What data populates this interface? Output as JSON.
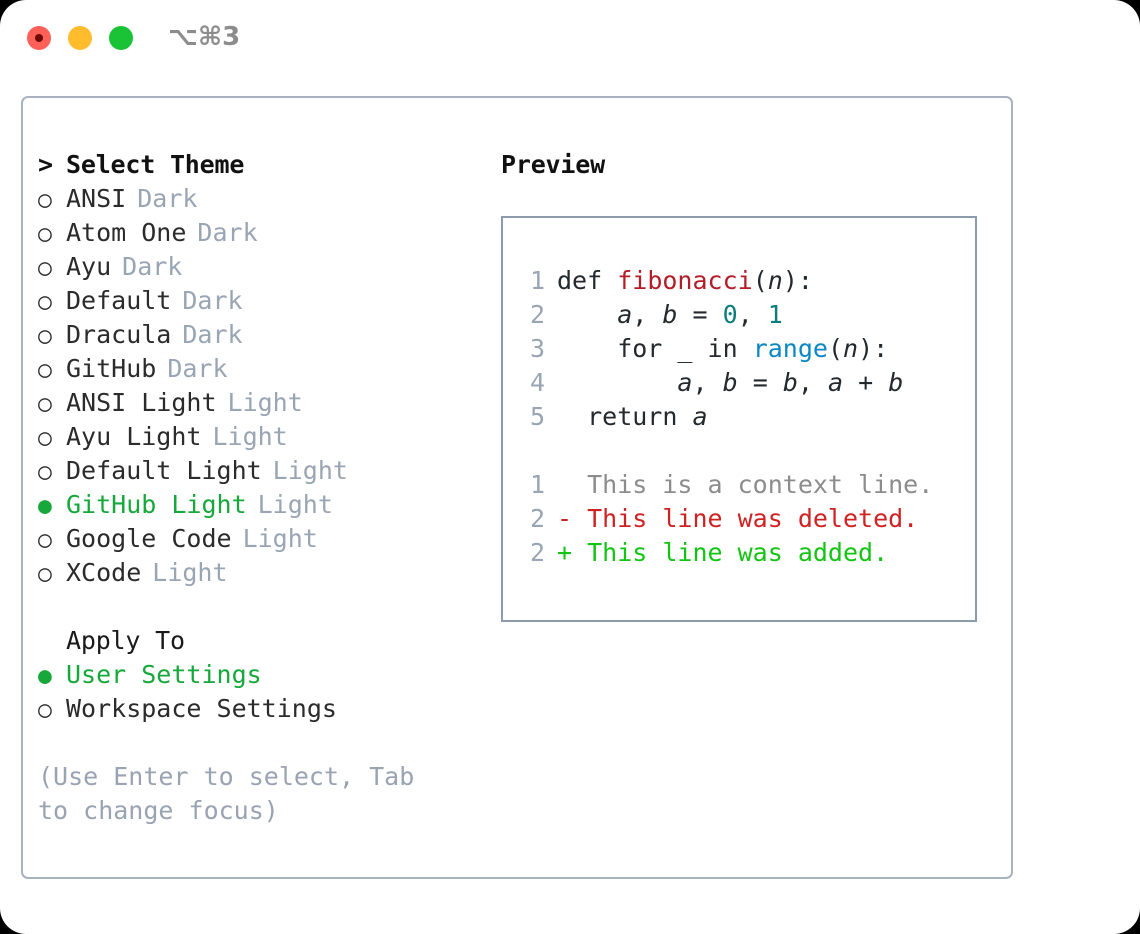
{
  "window": {
    "traffic_lights": [
      "close-red",
      "minimize-yellow",
      "maximize-green"
    ],
    "shortcut": "⌥⌘3"
  },
  "theme_picker": {
    "header_caret": ">",
    "header_label": "Select Theme",
    "bullet_unselected": "○",
    "bullet_selected": "●",
    "items": [
      {
        "name": "ANSI",
        "tag": "Dark",
        "selected": false
      },
      {
        "name": "Atom One",
        "tag": "Dark",
        "selected": false
      },
      {
        "name": "Ayu",
        "tag": "Dark",
        "selected": false
      },
      {
        "name": "Default",
        "tag": "Dark",
        "selected": false
      },
      {
        "name": "Dracula",
        "tag": "Dark",
        "selected": false
      },
      {
        "name": "GitHub",
        "tag": "Dark",
        "selected": false
      },
      {
        "name": "ANSI Light",
        "tag": "Light",
        "selected": false
      },
      {
        "name": "Ayu Light",
        "tag": "Light",
        "selected": false
      },
      {
        "name": "Default Light",
        "tag": "Light",
        "selected": false
      },
      {
        "name": "GitHub Light",
        "tag": "Light",
        "selected": true
      },
      {
        "name": "Google Code",
        "tag": "Light",
        "selected": false
      },
      {
        "name": "XCode",
        "tag": "Light",
        "selected": false
      }
    ]
  },
  "apply_to": {
    "label": "Apply To",
    "options": [
      {
        "name": "User Settings",
        "selected": true
      },
      {
        "name": "Workspace Settings",
        "selected": false
      }
    ]
  },
  "hint": "(Use Enter to select, Tab to change focus)",
  "preview": {
    "title": "Preview",
    "code_lines": [
      {
        "no": "1",
        "segments": [
          {
            "text": "def ",
            "style": "kw"
          },
          {
            "text": "fibonacci",
            "style": "fn"
          },
          {
            "text": "(",
            "style": "punct"
          },
          {
            "text": "n",
            "style": "var"
          },
          {
            "text": "):",
            "style": "punct"
          }
        ]
      },
      {
        "no": "2",
        "segments": [
          {
            "text": "    ",
            "style": "punct"
          },
          {
            "text": "a",
            "style": "var"
          },
          {
            "text": ", ",
            "style": "punct"
          },
          {
            "text": "b",
            "style": "var"
          },
          {
            "text": " = ",
            "style": "punct"
          },
          {
            "text": "0",
            "style": "num"
          },
          {
            "text": ", ",
            "style": "punct"
          },
          {
            "text": "1",
            "style": "num"
          }
        ]
      },
      {
        "no": "3",
        "segments": [
          {
            "text": "    for ",
            "style": "kw"
          },
          {
            "text": "_",
            "style": "var"
          },
          {
            "text": " in ",
            "style": "kw"
          },
          {
            "text": "range",
            "style": "call"
          },
          {
            "text": "(",
            "style": "punct"
          },
          {
            "text": "n",
            "style": "var"
          },
          {
            "text": "):",
            "style": "punct"
          }
        ]
      },
      {
        "no": "4",
        "segments": [
          {
            "text": "        ",
            "style": "punct"
          },
          {
            "text": "a",
            "style": "var"
          },
          {
            "text": ", ",
            "style": "punct"
          },
          {
            "text": "b",
            "style": "var"
          },
          {
            "text": " = ",
            "style": "punct"
          },
          {
            "text": "b",
            "style": "var"
          },
          {
            "text": ", ",
            "style": "punct"
          },
          {
            "text": "a",
            "style": "var"
          },
          {
            "text": " + ",
            "style": "punct"
          },
          {
            "text": "b",
            "style": "var"
          }
        ]
      },
      {
        "no": "5",
        "segments": [
          {
            "text": "  return ",
            "style": "kw"
          },
          {
            "text": "a",
            "style": "var"
          }
        ]
      }
    ],
    "diff_lines": [
      {
        "no": "1",
        "marker": "  ",
        "text": "This is a context line.",
        "kind": "ctx"
      },
      {
        "no": "2",
        "marker": "- ",
        "text": "This line was deleted.",
        "kind": "del"
      },
      {
        "no": "2",
        "marker": "+ ",
        "text": "This line was added.",
        "kind": "add"
      }
    ]
  },
  "colors": {
    "accent_green": "#16a83a",
    "border": "#a8b2c1",
    "preview_border": "#8d9bae",
    "muted": "#9aa5b4",
    "diff_add": "#13c413",
    "diff_del": "#cf2222",
    "token_function": "#b31d28",
    "token_number": "#0d7c7c",
    "token_call": "#0b88c4"
  }
}
